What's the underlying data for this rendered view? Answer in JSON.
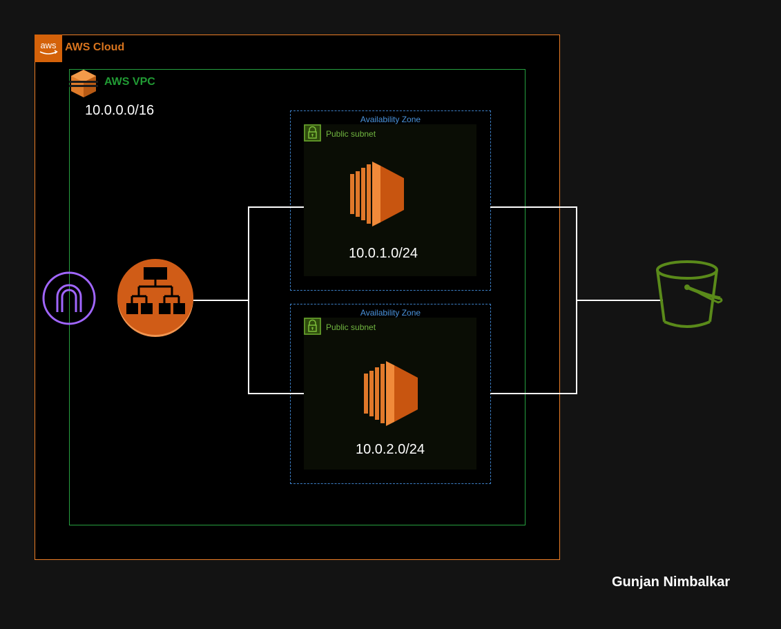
{
  "cloud": {
    "title": "AWS Cloud",
    "logo_text": "aws",
    "color": "#ed7e26"
  },
  "vpc": {
    "title": "AWS VPC",
    "cidr": "10.0.0.0/16",
    "color": "#26a040"
  },
  "zones": [
    {
      "label": "Availability Zone",
      "subnet_label": "Public subnet",
      "cidr": "10.0.1.0/24"
    },
    {
      "label": "Availability Zone",
      "subnet_label": "Public subnet",
      "cidr": "10.0.2.0/24"
    }
  ],
  "icons": {
    "gateway": "internet-gateway-icon",
    "load_balancer": "load-balancer-icon",
    "instance": "ec2-instance-icon",
    "bucket": "s3-bucket-icon"
  },
  "colors": {
    "gateway": "#a166ff",
    "compute": "#d05c17",
    "storage": "#5a8a1a",
    "connector": "#ffffff",
    "zone_border": "#3d80c8",
    "subnet_accent": "#71b640"
  },
  "author": "Gunjan Nimbalkar"
}
